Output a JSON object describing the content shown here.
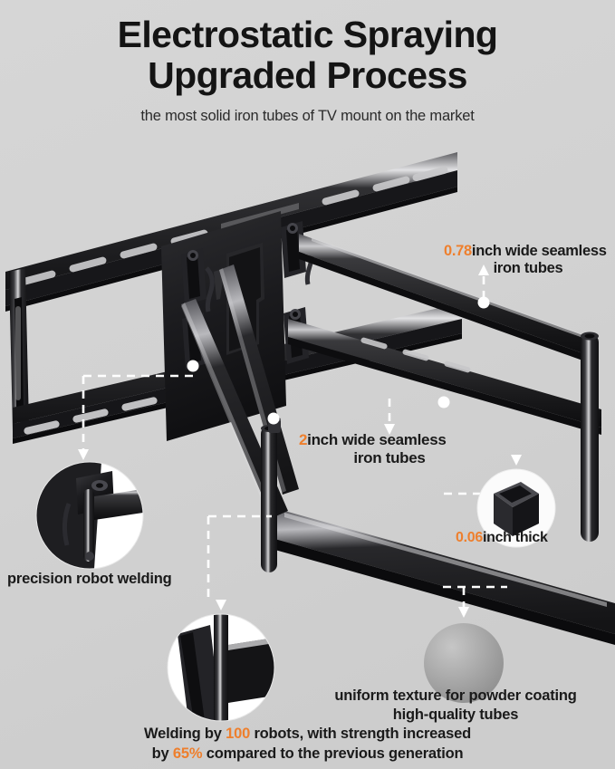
{
  "header": {
    "title_line1": "Electrostatic Spraying",
    "title_line2": "Upgraded Process",
    "subtitle": "the most solid iron tubes of TV mount on the market"
  },
  "colors": {
    "background": "#d3d3d3",
    "accent_orange": "#ee7f2d",
    "text_dark": "#1a1a1a",
    "product_black": "#1b1b1d"
  },
  "annotations": [
    {
      "id": "tube-width-078",
      "number": "0.78",
      "text_line1": "inch wide seamless",
      "text_line2": "iron tubes",
      "marker": "white-dot",
      "leader": "dashed-line-with-up-arrow"
    },
    {
      "id": "tube-width-2",
      "number": "2",
      "text_line1": "inch wide seamless",
      "text_line2": "iron tubes",
      "marker": "white-dot",
      "leader": "dashed-line-with-down-arrow"
    },
    {
      "id": "tube-thickness",
      "number": "0.06",
      "text_line1": "inch thick",
      "text_line2": "",
      "marker": "white-dot",
      "leader": "dashed-line-with-down-arrow"
    }
  ],
  "callouts": [
    {
      "id": "precision-robot-welding",
      "label": "precision robot welding",
      "detail_type": "welded-joint-closeup"
    },
    {
      "id": "seamless-tube",
      "label": "",
      "detail_type": "seamless-tube-closeup"
    },
    {
      "id": "powder-coating",
      "label_line1": "uniform texture for powder coating",
      "label_line2": "high-quality tubes",
      "detail_type": "powder-coating-texture-swatch"
    }
  ],
  "footer": {
    "line1_pre": "Welding by ",
    "line1_num": "100",
    "line1_post": " robots, with strength increased",
    "line2_pre": "by ",
    "line2_num": "65%",
    "line2_post": " compared to the previous generation"
  },
  "product": {
    "name": "full-motion-tv-wall-mount",
    "parts": [
      "wall-plate-with-slots",
      "articulating-arms",
      "tv-bracket-plate",
      "pivot-post",
      "steel-tubes"
    ]
  }
}
